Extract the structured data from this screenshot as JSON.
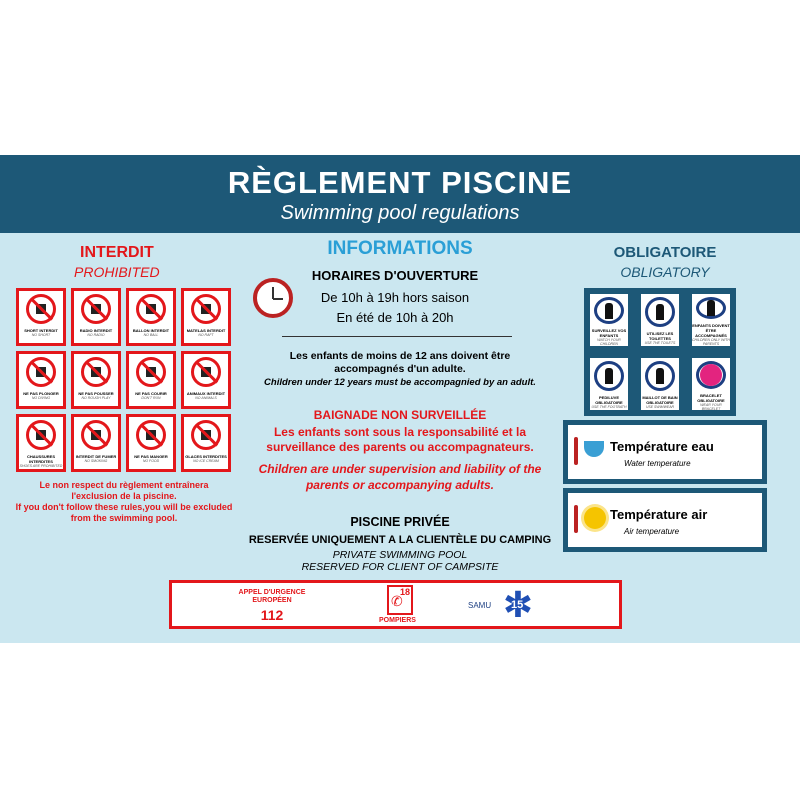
{
  "header": {
    "title": "RÈGLEMENT  PISCINE",
    "subtitle": "Swimming pool regulations"
  },
  "colors": {
    "banner": "#1d5877",
    "background": "#cbe7f0",
    "red": "#e3171b",
    "info_blue": "#2a9fd6"
  },
  "prohibited": {
    "title": "INTERDIT",
    "subtitle": "PROHIBITED",
    "items": [
      {
        "fr": "SHORT INTERDIT",
        "en": "NO SHORT",
        "icon": "no-shorts-icon"
      },
      {
        "fr": "RADIO INTERDIT",
        "en": "NO RADIO",
        "icon": "no-radio-icon"
      },
      {
        "fr": "BALLON INTERDIT",
        "en": "NO BALL",
        "icon": "no-ball-icon"
      },
      {
        "fr": "MATELAS INTERDIT",
        "en": "NO RAFT",
        "icon": "no-mattress-icon"
      },
      {
        "fr": "NE PAS PLONGER",
        "en": "NO DIVING",
        "icon": "no-diving-icon"
      },
      {
        "fr": "NE PAS POUSSER",
        "en": "NO ROUGH PLAY",
        "icon": "no-pushing-icon"
      },
      {
        "fr": "NE PAS COURIR",
        "en": "DON'T RUN",
        "icon": "no-running-icon"
      },
      {
        "fr": "ANIMAUX INTERDIT",
        "en": "NO ANIMALS",
        "icon": "no-animals-icon"
      },
      {
        "fr": "CHAUSSURES INTERDITES",
        "en": "SHOES ARE PROHIBITED",
        "icon": "no-shoes-icon"
      },
      {
        "fr": "INTERDIT DE FUMER",
        "en": "NO SMOKING",
        "icon": "no-smoking-icon"
      },
      {
        "fr": "NE PAS MANGER",
        "en": "NO FOOD",
        "icon": "no-food-icon"
      },
      {
        "fr": "GLACES INTERDITES",
        "en": "NO ICE CREAM",
        "icon": "no-ice-cream-icon"
      }
    ],
    "warning_fr": "Le non respect du règlement entraînera l'exclusion de la piscine.",
    "warning_en": "If you don't follow these rules,you will be excluded from the swimming pool."
  },
  "info": {
    "title": "INFORMATIONS",
    "hours_title": "HORAIRES D'OUVERTURE",
    "hours_1": "De 10h à 19h hors saison",
    "hours_2": "En été de 10h à 20h",
    "children_fr": "Les enfants de moins de 12 ans doivent être accompagnés d'un adulte.",
    "children_en": "Children under 12 years must be accompagnied by an adult.",
    "unsupervised_title": "BAIGNADE NON SURVEILLÉE",
    "unsupervised_fr": "Les enfants sont sous la responsabilité et la surveillance des parents ou accompagnateurs.",
    "unsupervised_en": "Children are under supervision and liability of the parents or accompanying adults.",
    "private_title": "PISCINE PRIVÉE",
    "private_fr": "RESERVÉE UNIQUEMENT A LA CLIENTÈLE DU CAMPING",
    "private_en1": "PRIVATE SWIMMING POOL",
    "private_en2": "RESERVED FOR CLIENT OF CAMPSITE"
  },
  "obligatory": {
    "title": "OBLIGATOIRE",
    "subtitle": "OBLIGATORY",
    "items": [
      {
        "fr": "SURVEILLEZ VOS ENFANTS",
        "en": "WATCH YOUR CHILDREN",
        "icon": "watch-children-icon"
      },
      {
        "fr": "UTILISEZ LES TOILETTES",
        "en": "USE THE TOILETS",
        "icon": "toilets-icon"
      },
      {
        "fr": "ENFANTS DOIVENT ÊTRE ACCOMPAGNÉS",
        "en": "CHILDREN ONLY WITH PARENTS",
        "icon": "accompanied-children-icon"
      },
      {
        "fr": "PEDILUVE OBLIGATOIRE",
        "en": "USE THE FOOTBATH",
        "icon": "footbath-icon"
      },
      {
        "fr": "MAILLOT DE BAIN OBLIGATOIRE",
        "en": "USE SWIMWEAR",
        "icon": "swimsuit-icon"
      },
      {
        "fr": "BRACELET OBLIGATOIRE",
        "en": "WEAR YOUR BRACELET",
        "icon": "bracelet-icon"
      }
    ]
  },
  "temperature": [
    {
      "label": "Température eau",
      "sub": "Water temperature",
      "icon": "water-drop-icon"
    },
    {
      "label": "Température air",
      "sub": "Air temperature",
      "icon": "sun-icon"
    }
  ],
  "emergency": {
    "euro_label": "APPEL D'URGENCE EUROPÉEN",
    "euro_number": "112",
    "fire_number": "18",
    "fire_label": "POMPIERS",
    "samu_label": "SAMU",
    "samu_number": "15"
  }
}
